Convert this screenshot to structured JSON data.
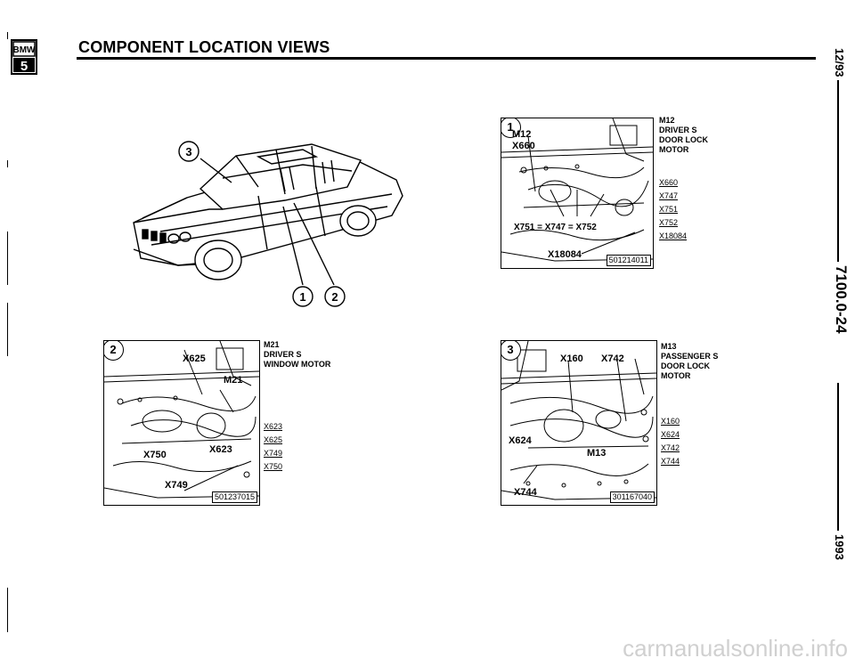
{
  "header": {
    "logo_top": "BMW",
    "logo_bottom": "5",
    "title": "COMPONENT LOCATION VIEWS"
  },
  "side": {
    "date": "12/93",
    "page": "7100.0-24",
    "year": "1993"
  },
  "car_view": {
    "circles": [
      "3",
      "1",
      "2"
    ]
  },
  "panels": [
    {
      "circle": "1",
      "callout": [
        "M12",
        "DRIVER S",
        "DOOR LOCK",
        "MOTOR"
      ],
      "codes": [
        "X660",
        "X747",
        "X751",
        "X752",
        "X18084"
      ],
      "labels": [
        "M12",
        "X660",
        "X751 = X747 = X752",
        "X18084"
      ],
      "part_no": "501214011"
    },
    {
      "circle": "2",
      "callout": [
        "M21",
        "DRIVER S",
        "WINDOW MOTOR"
      ],
      "codes": [
        "X623",
        "X625",
        "X749",
        "X750"
      ],
      "labels": [
        "X625",
        "M21",
        "X623",
        "X750",
        "X749"
      ],
      "part_no": "501237015"
    },
    {
      "circle": "3",
      "callout": [
        "M13",
        "PASSENGER S",
        "DOOR LOCK",
        "MOTOR"
      ],
      "codes": [
        "X160",
        "X624",
        "X742",
        "X744"
      ],
      "labels": [
        "X160",
        "X742",
        "X624",
        "M13",
        "X744"
      ],
      "part_no": "301167040"
    }
  ],
  "footer": {
    "watermark": "carmanualsonline.info"
  }
}
